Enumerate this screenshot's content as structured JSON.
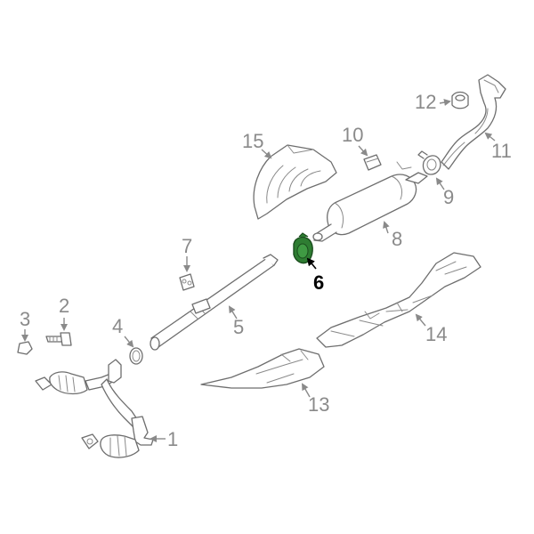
{
  "diagram": {
    "highlight_color": "#2e7d32",
    "muted_color": "#8a8a8a",
    "callouts": [
      {
        "id": "1",
        "label": "1",
        "highlighted": false
      },
      {
        "id": "2",
        "label": "2",
        "highlighted": false
      },
      {
        "id": "3",
        "label": "3",
        "highlighted": false
      },
      {
        "id": "4",
        "label": "4",
        "highlighted": false
      },
      {
        "id": "5",
        "label": "5",
        "highlighted": false
      },
      {
        "id": "6",
        "label": "6",
        "highlighted": true
      },
      {
        "id": "7",
        "label": "7",
        "highlighted": false
      },
      {
        "id": "8",
        "label": "8",
        "highlighted": false
      },
      {
        "id": "9",
        "label": "9",
        "highlighted": false
      },
      {
        "id": "10",
        "label": "10",
        "highlighted": false
      },
      {
        "id": "11",
        "label": "11",
        "highlighted": false
      },
      {
        "id": "12",
        "label": "12",
        "highlighted": false
      },
      {
        "id": "13",
        "label": "13",
        "highlighted": false
      },
      {
        "id": "14",
        "label": "14",
        "highlighted": false
      },
      {
        "id": "15",
        "label": "15",
        "highlighted": false
      }
    ]
  }
}
